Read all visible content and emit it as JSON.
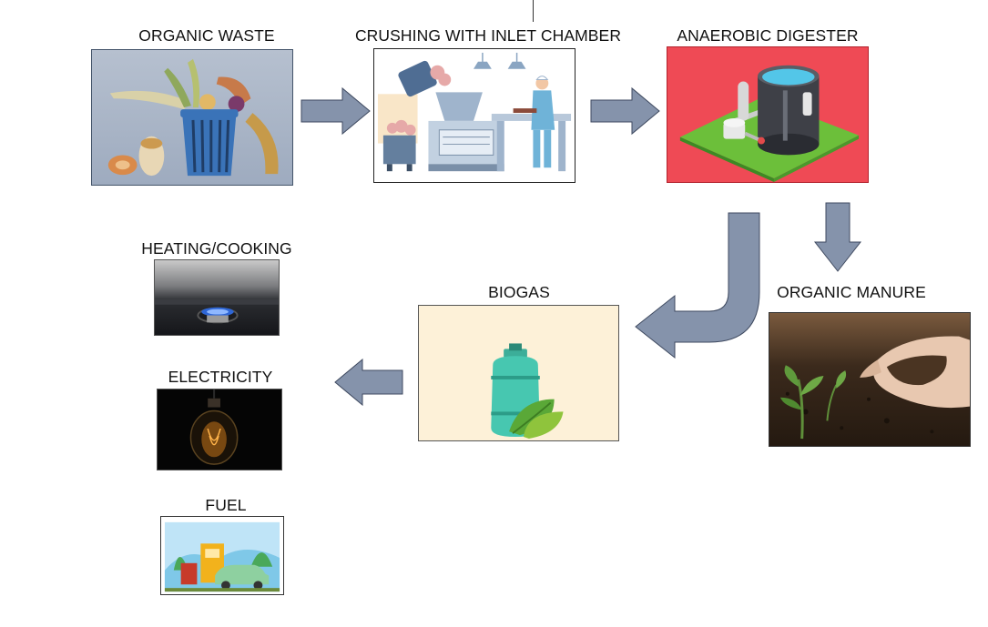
{
  "stages": {
    "organic_waste": "ORGANIC WASTE",
    "crushing": "CRUSHING WITH INLET CHAMBER",
    "digester": "ANAEROBIC DIGESTER",
    "biogas": "BIOGAS",
    "manure": "ORGANIC MANURE",
    "heating": "HEATING/COOKING",
    "electricity": "ELECTRICITY",
    "fuel": "FUEL"
  },
  "colors": {
    "arrow_fill": "#8593ab",
    "arrow_stroke": "#3f4a60",
    "digester_bg": "#ef4a55",
    "biogas_bg": "#fdf1d8",
    "waste_bg": "#aab6c8",
    "heating_bg": "#2a2d33",
    "electricity_bg": "#050505",
    "manure_bg": "#3a281b"
  },
  "icons": {
    "organic_waste": "compost-bin-image",
    "crushing": "food-processing-factory-image",
    "digester": "biogas-digester-tank-image",
    "biogas": "gas-cylinder-leaf-image",
    "manure": "soil-hand-seedling-image",
    "heating": "gas-stove-flame-image",
    "electricity": "light-bulb-image",
    "fuel": "fuel-station-car-image"
  }
}
